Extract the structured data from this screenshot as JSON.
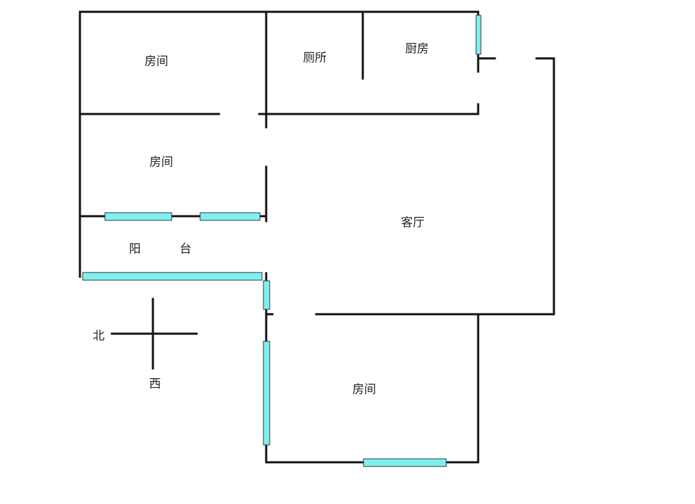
{
  "rooms": {
    "bedroom_top_left": "房间",
    "toilet": "厕所",
    "kitchen": "厨房",
    "bedroom_middle_left": "房间",
    "living_room": "客厅",
    "balcony_char1": "阳",
    "balcony_char2": "台",
    "bedroom_bottom": "房间"
  },
  "compass": {
    "north": "北",
    "west": "西"
  },
  "colors": {
    "wall": "#111111",
    "window": "#7ff0f0"
  }
}
